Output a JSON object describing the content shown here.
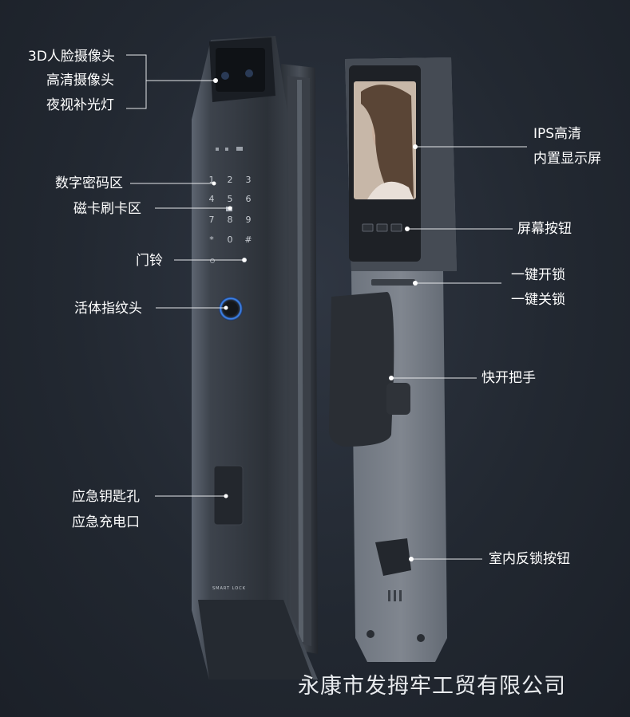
{
  "labels": {
    "face_camera": "3D人脸摄像头",
    "hd_camera": "高清摄像头",
    "night_light": "夜视补光灯",
    "keypad_area": "数字密码区",
    "card_area": "磁卡刷卡区",
    "doorbell": "门铃",
    "fingerprint": "活体指纹头",
    "key_hole": "应急钥匙孔",
    "charge_port": "应急充电口",
    "ips_line1": "IPS高清",
    "ips_line2": "内置显示屏",
    "screen_button": "屏幕按钮",
    "one_key_open": "一键开锁",
    "one_key_close": "一键关锁",
    "quick_handle": "快开把手",
    "inner_lock_button": "室内反锁按钮"
  },
  "keypad": [
    "1",
    "2",
    "3",
    "4",
    "5",
    "6",
    "7",
    "8",
    "9",
    "*",
    "0",
    "#"
  ],
  "brand_text": "SMART LOCK",
  "footer": "永康市发拇牢工贸有限公司"
}
